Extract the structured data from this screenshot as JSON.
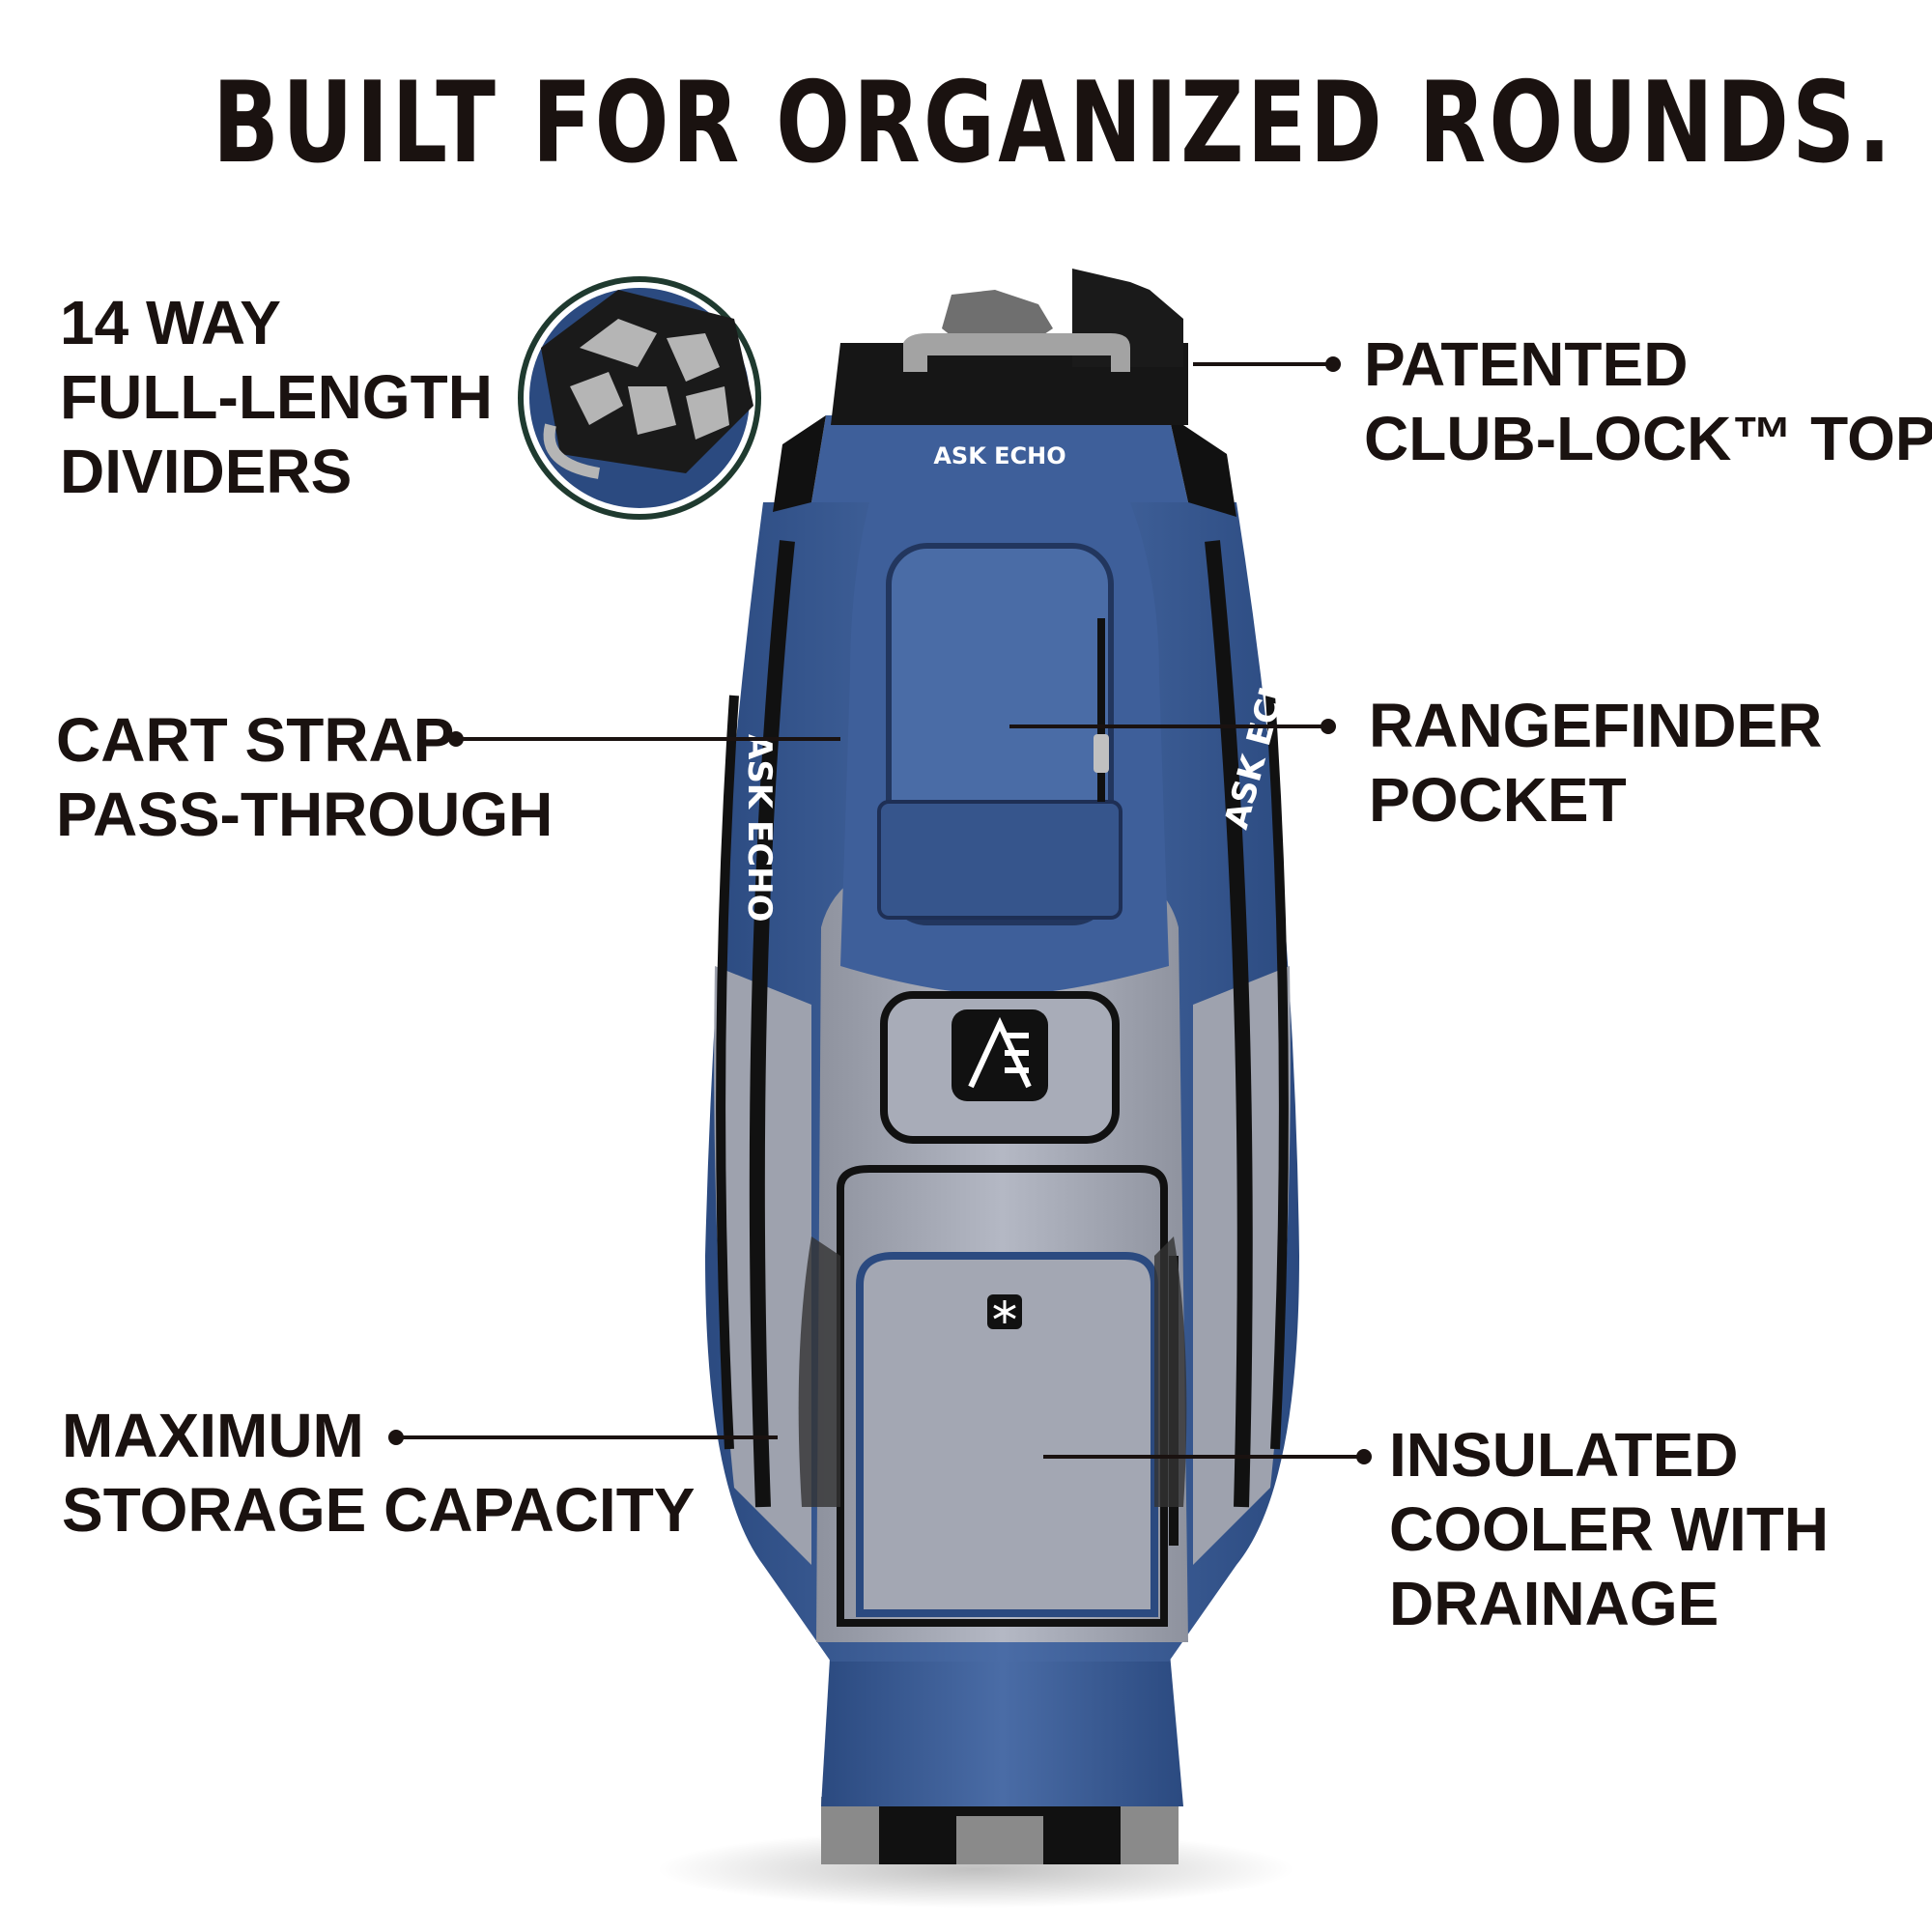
{
  "headline": "BUILT FOR ORGANIZED ROUNDS.",
  "callouts": {
    "dividers": [
      "14 WAY",
      "FULL-LENGTH",
      "DIVIDERS"
    ],
    "club_lock": [
      "PATENTED",
      "CLUB-LOCK™ TOP"
    ],
    "cart_strap": [
      "CART STRAP",
      "PASS-THROUGH"
    ],
    "rangefinder": [
      "RANGEFINDER",
      "POCKET"
    ],
    "storage": [
      "MAXIMUM",
      "STORAGE CAPACITY"
    ],
    "cooler": [
      "INSULATED",
      "COOLER WITH",
      "DRAINAGE"
    ]
  },
  "brand": {
    "wordmark": "ASK ECHO",
    "collar_text": "ASK ECHO"
  },
  "colors": {
    "text": "#1a1210",
    "bag_blue": "#3e5f9a",
    "bag_blue_dark": "#2b4a80",
    "bag_gray": "#a8acb8",
    "trim_black": "#111111",
    "handle_gray": "#9a9a9a"
  },
  "icons": {
    "logo_badge": "ae-logo-icon",
    "cooler_badge": "snowflake-icon"
  }
}
